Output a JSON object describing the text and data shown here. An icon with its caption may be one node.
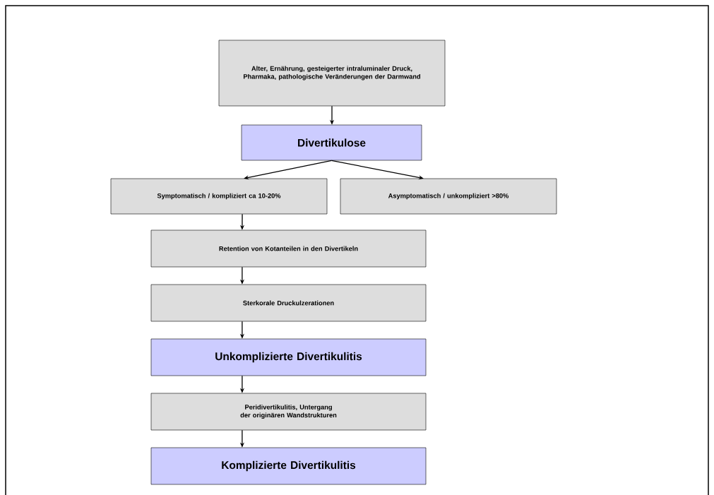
{
  "diagram": {
    "nodes": [
      {
        "text": [
          "Alter, Ernährung, gesteigerter intraluminaler Druck, Pharmaka, pathologische Veränderungen der Darmwand"
        ]
      },
      {
        "text": [
          "Divertikulose"
        ]
      },
      {
        "text": [
          "Symptomatisch / kompliziert ca 10-20%"
        ]
      },
      {
        "text": [
          "Asymptomatisch / unkompliziert >80%"
        ]
      },
      {
        "text": [
          "Retention von Kotanteilen in den Divertikeln"
        ]
      },
      {
        "text": [
          "Sterkorale Druckulzerationen"
        ]
      },
      {
        "text": [
          "Unkomplizierte Divertikulitis"
        ]
      },
      {
        "text": [
          "Peridivertikulitis, Untergang der originären Wandstrukturen"
        ]
      },
      {
        "text": [
          "Komplizierte Divertikulitis"
        ]
      }
    ],
    "edges": [
      {
        "from": 0,
        "to": 1,
        "arrow": "to"
      },
      {
        "from": 1,
        "to": 2,
        "arrow": "to"
      },
      {
        "from": 1,
        "to": 3,
        "arrow": "to"
      },
      {
        "from": 2,
        "to": 4,
        "arrow": "to"
      },
      {
        "from": 4,
        "to": 5,
        "arrow": "to"
      },
      {
        "from": 5,
        "to": 6,
        "arrow": "to"
      },
      {
        "from": 6,
        "to": 7,
        "arrow": "to"
      },
      {
        "from": 7,
        "to": 8,
        "arrow": "to"
      }
    ]
  }
}
